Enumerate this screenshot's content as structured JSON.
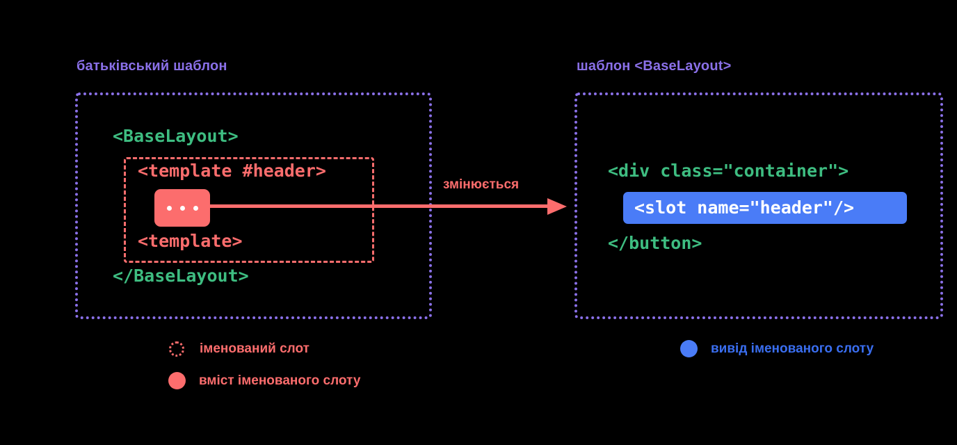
{
  "background": "#000000",
  "colors": {
    "purple": "#8a70e8",
    "green": "#3ebd81",
    "red": "#fc6d6d",
    "blue": "#4a7cf7",
    "blue_text": "#3a6ef0",
    "white": "#ffffff"
  },
  "panels": {
    "left": {
      "heading": "батьківський шаблон",
      "code": {
        "baselayout_open": "<BaseLayout>",
        "template_open": "<template #header>",
        "slot_content_placeholder": "...",
        "template_close": "<template>",
        "baselayout_close": "</BaseLayout>"
      }
    },
    "right": {
      "heading": "шаблон <BaseLayout>",
      "code": {
        "div_open": "<div class=\"container\">",
        "slot_output": "<slot name=\"header\"/>",
        "button_close": "</button>"
      }
    }
  },
  "arrow": {
    "label": "змінюється",
    "direction": "left-to-right"
  },
  "legend": [
    {
      "id": "named-slot",
      "marker": "dotted-circle-icon",
      "marker_color": "#fc6d6d",
      "label": "іменований слот"
    },
    {
      "id": "named-slot-content",
      "marker": "filled-circle-icon",
      "marker_color": "#fc6d6d",
      "label": "вміст іменованого слоту"
    },
    {
      "id": "slot-output",
      "marker": "filled-circle-icon",
      "marker_color": "#4a7cf7",
      "label": "вивід іменованого слоту"
    }
  ]
}
